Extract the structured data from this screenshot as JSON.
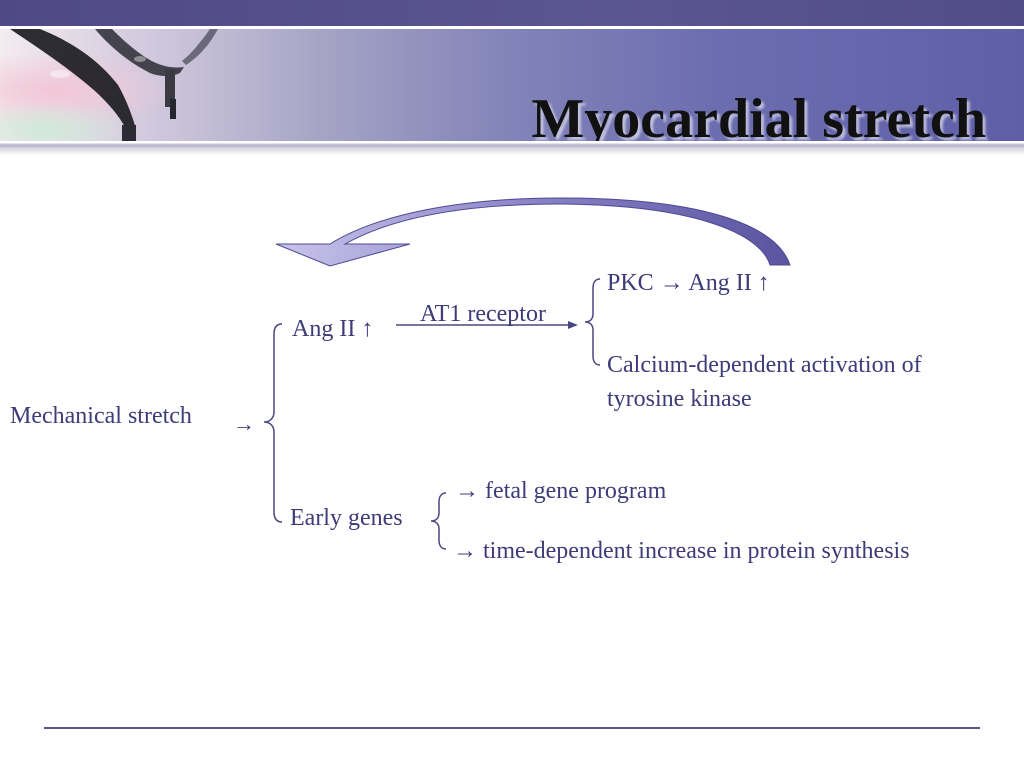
{
  "slide": {
    "title": "Myocardial stretch"
  },
  "diagram": {
    "mechanical_stretch": "Mechanical stretch",
    "arrow_right": "→",
    "ang2_up": "Ang II ↑",
    "at1_receptor": "AT1 receptor",
    "pkc_ang2": "PKC → Ang II ↑",
    "calcium_line1": "Calcium-dependent activation of",
    "calcium_line2": "tyrosine kinase",
    "early_genes": "Early genes",
    "fetal_gene_program": "→ fetal gene program",
    "protein_synthesis": "→ time-dependent increase in protein synthesis"
  },
  "colors": {
    "text": "#3f3a78",
    "accent": "#6a64b0",
    "bracket": "#4a4680"
  }
}
